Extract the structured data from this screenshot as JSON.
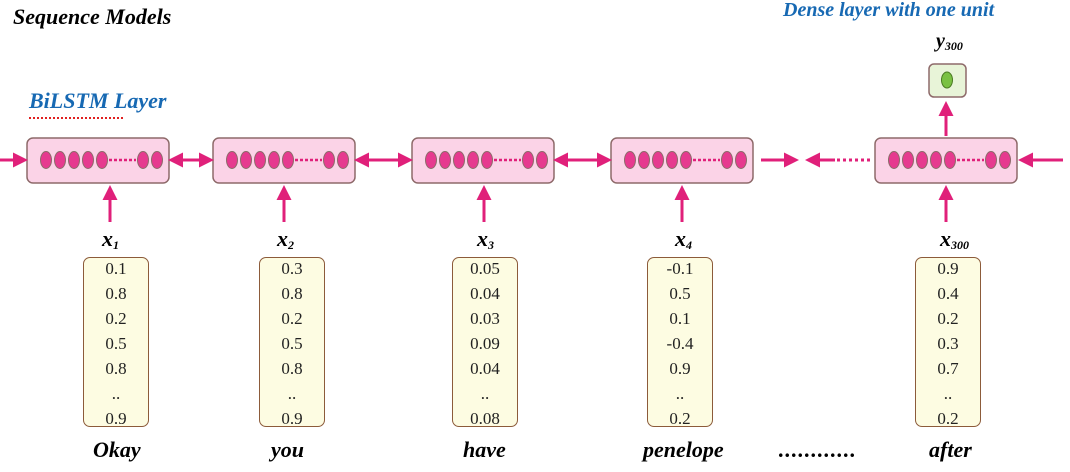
{
  "title": "Sequence Models",
  "bilstm_label": "BiLSTM Layer",
  "dense_label": "Dense layer with one unit",
  "output": {
    "var": "y",
    "sub": "300"
  },
  "inputs": [
    {
      "var": "x",
      "sub": "1",
      "word": "Okay",
      "values": [
        "0.1",
        "0.8",
        "0.2",
        "0.5",
        "0.8",
        "..",
        "0.9"
      ]
    },
    {
      "var": "x",
      "sub": "2",
      "word": "you",
      "values": [
        "0.3",
        "0.8",
        "0.2",
        "0.5",
        "0.8",
        "..",
        "0.9"
      ]
    },
    {
      "var": "x",
      "sub": "3",
      "word": "have",
      "values": [
        "0.05",
        "0.04",
        "0.03",
        "0.09",
        "0.04",
        "..",
        "0.08"
      ]
    },
    {
      "var": "x",
      "sub": "4",
      "word": "penelope",
      "values": [
        "-0.1",
        "0.5",
        "0.1",
        "-0.4",
        "0.9",
        "..",
        "0.2"
      ]
    },
    {
      "var": "x",
      "sub": "300",
      "word": "after",
      "values": [
        "0.9",
        "0.4",
        "0.2",
        "0.3",
        "0.7",
        "..",
        "0.2"
      ]
    }
  ],
  "ellipsis": "............",
  "colors": {
    "accent_pink": "#e0207a",
    "cell_fill": "#fbd3e7",
    "cell_border": "#8e6a6a",
    "label_blue": "#1769b3",
    "vector_fill": "#fdfce2",
    "dense_fill": "#e8f4d8",
    "dense_unit": "#7ac143"
  }
}
